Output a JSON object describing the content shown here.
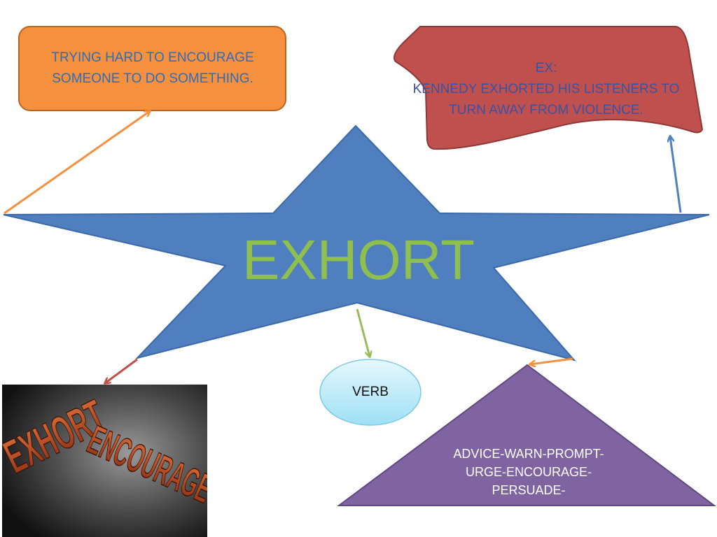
{
  "main_word": "EXHORT",
  "definition": "TRYING HARD TO ENCOURAGE\nSOMEONE TO DO SOMETHING.",
  "example": "EX:\nKENNEDY EXHORTED HIS LISTENERS TO\nTURN AWAY FROM VIOLENCE.",
  "part_of_speech": "VERB",
  "synonyms": "ADVICE-WARN-PROMPT-\nURGE-ENCOURAGE-\nPERSUADE-",
  "picture": {
    "word1": "EXHORT",
    "word2": "ENCOURAGE"
  },
  "colors": {
    "star": "#4f7fbf",
    "definition_box": "#f5913e",
    "example_box": "#c0504d",
    "synonyms_triangle": "#8064a2",
    "verb_oval": "#bde9f7",
    "arrow_orange": "#f5913e",
    "arrow_blue": "#4f81bd",
    "arrow_green": "#9bbb59",
    "arrow_red": "#c0504d"
  }
}
